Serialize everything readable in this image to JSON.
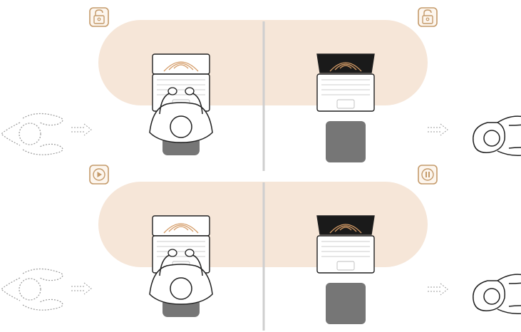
{
  "colors": {
    "desk": "#f6e6d8",
    "badge_stroke": "#c49a6a",
    "badge_fill": "#fdf6ee",
    "divider": "#cfcfcf",
    "chair": "#767676",
    "laptop_lid_dark": "#1a1a1a",
    "laptop_body": "#ffffff",
    "outline": "#1f1f1f",
    "ghost_outline": "#9a9a9a",
    "signal": "#d49b66"
  },
  "rows": [
    {
      "name": "lock-scenario",
      "left_badge_icon": "unlocked-padlock-icon",
      "right_badge_icon": "unlocked-padlock-icon",
      "left_state": "user-present-laptop-open",
      "right_state": "user-leaving-laptop-dimmed"
    },
    {
      "name": "media-scenario",
      "left_badge_icon": "play-icon",
      "right_badge_icon": "pause-icon",
      "left_state": "user-present-laptop-open",
      "right_state": "user-leaving-laptop-dimmed"
    }
  ]
}
